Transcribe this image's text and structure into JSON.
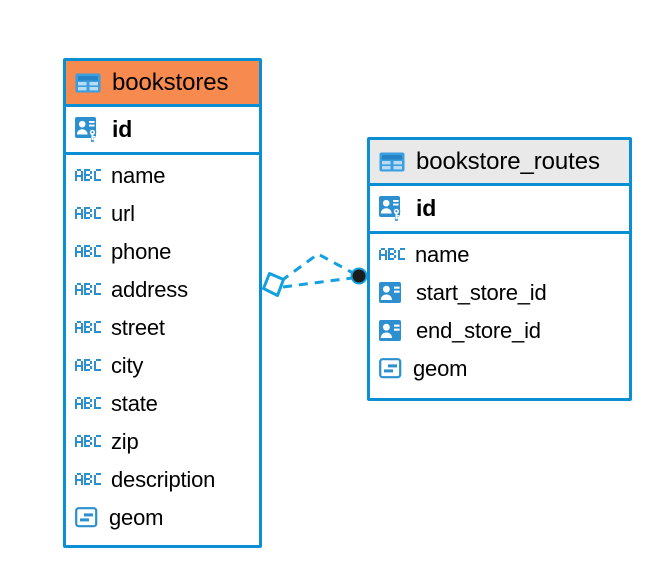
{
  "diagram": {
    "type": "entity-relationship-diagram",
    "background_color": "#ffffff",
    "accent_color": "#0b8fd4",
    "highlight_color": "#f78a4e",
    "header_color": "#e9e9e9"
  },
  "entities": [
    {
      "name": "bookstores",
      "header_style": "accent-orange",
      "table_icon": "table-icon",
      "primary_key": {
        "label": "id",
        "icon": "primary-key-icon"
      },
      "fields": [
        {
          "label": "name",
          "icon": "text-type-icon"
        },
        {
          "label": "url",
          "icon": "text-type-icon"
        },
        {
          "label": "phone",
          "icon": "text-type-icon"
        },
        {
          "label": "address",
          "icon": "text-type-icon"
        },
        {
          "label": "street",
          "icon": "text-type-icon"
        },
        {
          "label": "city",
          "icon": "text-type-icon"
        },
        {
          "label": "state",
          "icon": "text-type-icon"
        },
        {
          "label": "zip",
          "icon": "text-type-icon"
        },
        {
          "label": "description",
          "icon": "text-type-icon"
        },
        {
          "label": "geom",
          "icon": "geometry-type-icon"
        }
      ]
    },
    {
      "name": "bookstore_routes",
      "header_style": "accent-gray",
      "table_icon": "table-icon",
      "primary_key": {
        "label": "id",
        "icon": "primary-key-icon"
      },
      "fields": [
        {
          "label": "name",
          "icon": "text-type-icon"
        },
        {
          "label": "start_store_id",
          "icon": "foreign-key-icon"
        },
        {
          "label": "end_store_id",
          "icon": "foreign-key-icon"
        },
        {
          "label": "geom",
          "icon": "geometry-type-icon"
        }
      ]
    }
  ],
  "relationships": [
    {
      "from_entity": "bookstores",
      "to_entity": "bookstore_routes",
      "from_marker": "rhombus",
      "to_marker": "filled-circle",
      "line_style": "dashed"
    },
    {
      "from_entity": "bookstores",
      "to_entity": "bookstore_routes",
      "from_marker": "rhombus",
      "to_marker": "filled-circle",
      "line_style": "dashed"
    }
  ]
}
